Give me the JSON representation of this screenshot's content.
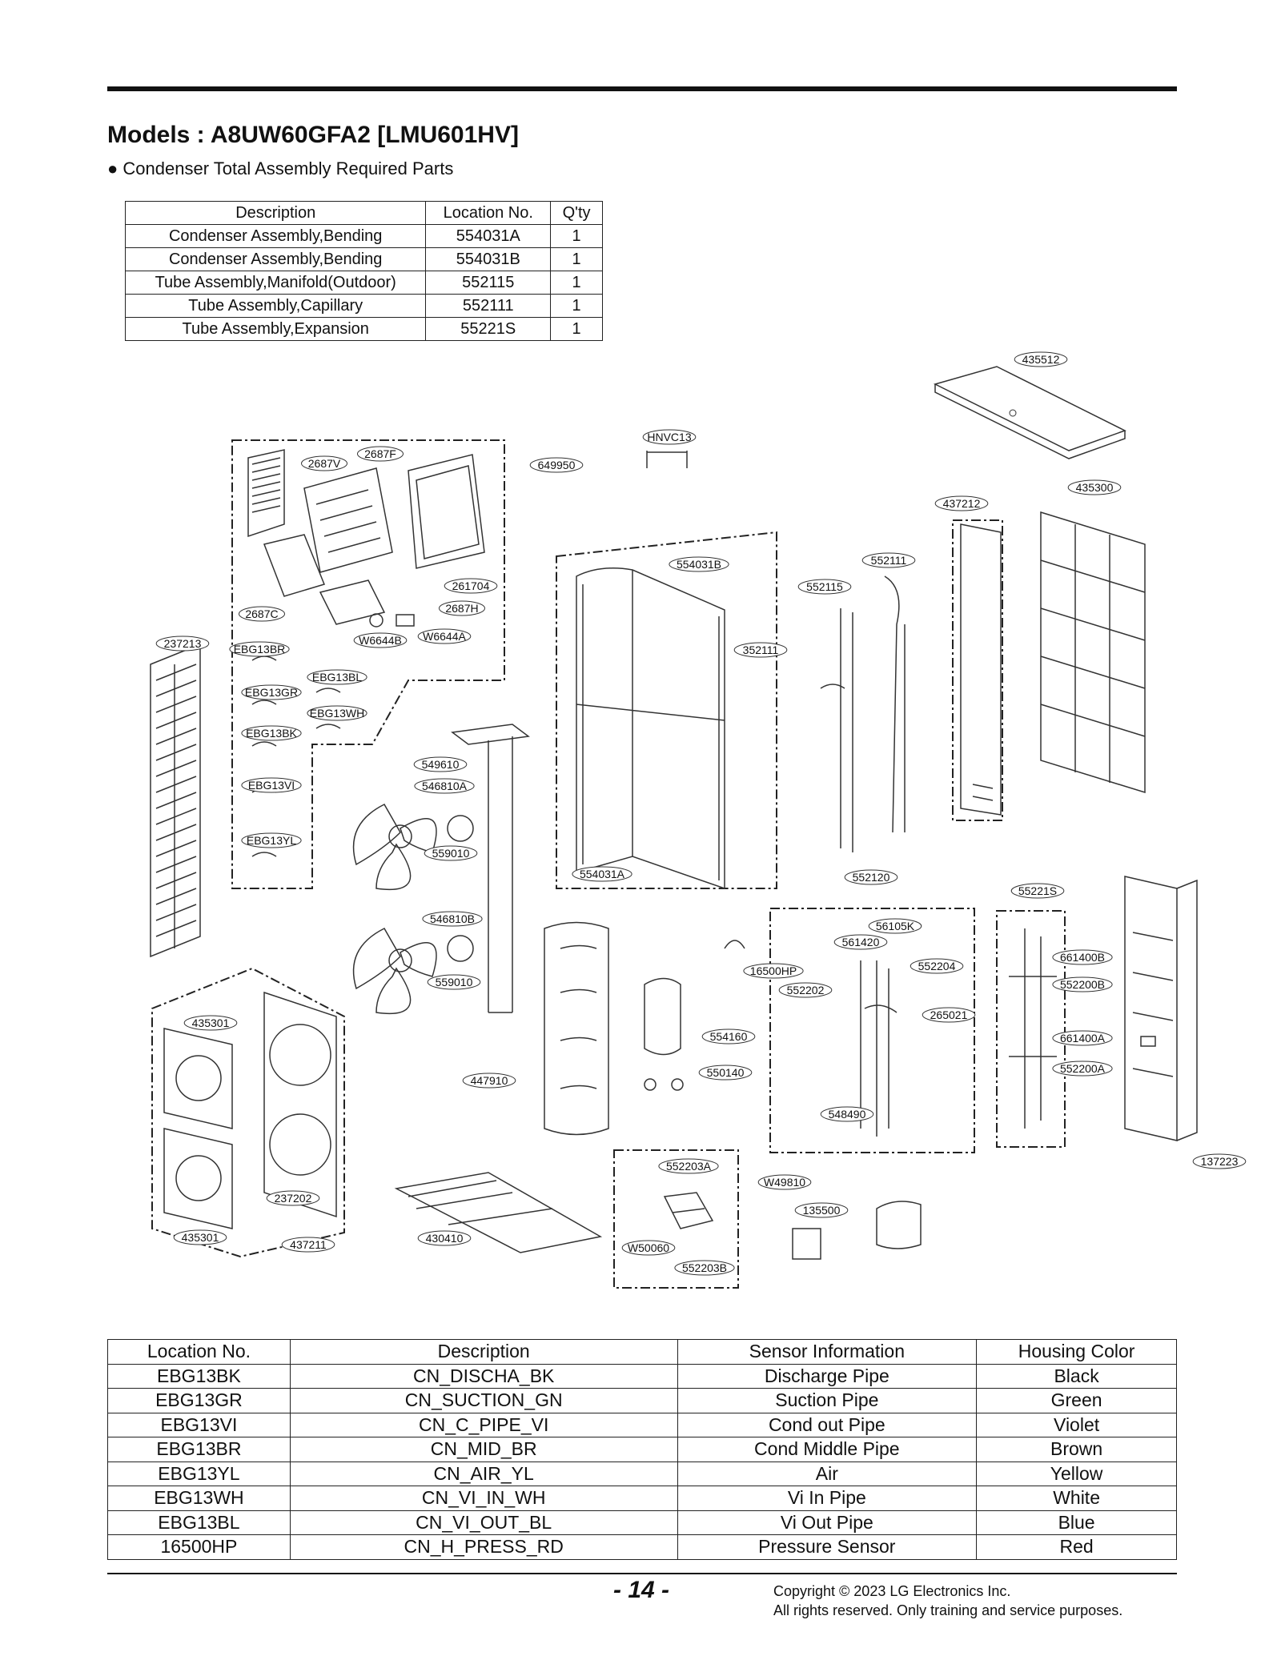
{
  "header": {
    "title": "Models : A8UW60GFA2 [LMU601HV]",
    "subtitle": "● Condenser Total Assembly Required Parts"
  },
  "required_parts": {
    "columns": [
      "Description",
      "Location No.",
      "Q'ty"
    ],
    "rows": [
      [
        "Condenser Assembly,Bending",
        "554031A",
        "1"
      ],
      [
        "Condenser Assembly,Bending",
        "554031B",
        "1"
      ],
      [
        "Tube Assembly,Manifold(Outdoor)",
        "552115",
        "1"
      ],
      [
        "Tube Assembly,Capillary",
        "552111",
        "1"
      ],
      [
        "Tube Assembly,Expansion",
        "55221S",
        "1"
      ]
    ]
  },
  "diagram_labels": [
    "435512",
    "HNVC13",
    "2687F",
    "2687V",
    "649950",
    "435300",
    "437212",
    "552111",
    "554031B",
    "552115",
    "261704",
    "2687H",
    "2687C",
    "W6644A",
    "W6644B",
    "352111",
    "237213",
    "EBG13BR",
    "EBG13BL",
    "EBG13GR",
    "EBG13WH",
    "EBG13BK",
    "549610",
    "546810A",
    "EBG13VI",
    "559010",
    "EBG13YL",
    "554031A",
    "552120",
    "55221S",
    "56105K",
    "546810B",
    "561420",
    "661400B",
    "552204",
    "16500HP",
    "552200B",
    "552202",
    "559010",
    "265021",
    "435301",
    "554160",
    "661400A",
    "552200A",
    "447910",
    "550140",
    "548490",
    "137223",
    "552203A",
    "W49810",
    "135500",
    "237202",
    "435301",
    "437211",
    "430410",
    "W50060",
    "552203B"
  ],
  "sensor_table": {
    "columns": [
      "Location No.",
      "Description",
      "Sensor Information",
      "Housing Color"
    ],
    "rows": [
      [
        "EBG13BK",
        "CN_DISCHA_BK",
        "Discharge Pipe",
        "Black"
      ],
      [
        "EBG13GR",
        "CN_SUCTION_GN",
        "Suction Pipe",
        "Green"
      ],
      [
        "EBG13VI",
        "CN_C_PIPE_VI",
        "Cond out Pipe",
        "Violet"
      ],
      [
        "EBG13BR",
        "CN_MID_BR",
        "Cond Middle Pipe",
        "Brown"
      ],
      [
        "EBG13YL",
        "CN_AIR_YL",
        "Air",
        "Yellow"
      ],
      [
        "EBG13WH",
        "CN_VI_IN_WH",
        "Vi In Pipe",
        "White"
      ],
      [
        "EBG13BL",
        "CN_VI_OUT_BL",
        "Vi Out Pipe",
        "Blue"
      ],
      [
        "16500HP",
        "CN_H_PRESS_RD",
        "Pressure Sensor",
        "Red"
      ]
    ]
  },
  "footer": {
    "page_number": "- 14 -",
    "copyright_line1": "Copyright © 2023 LG Electronics Inc.",
    "copyright_line2": "All rights reserved. Only training and service purposes."
  }
}
